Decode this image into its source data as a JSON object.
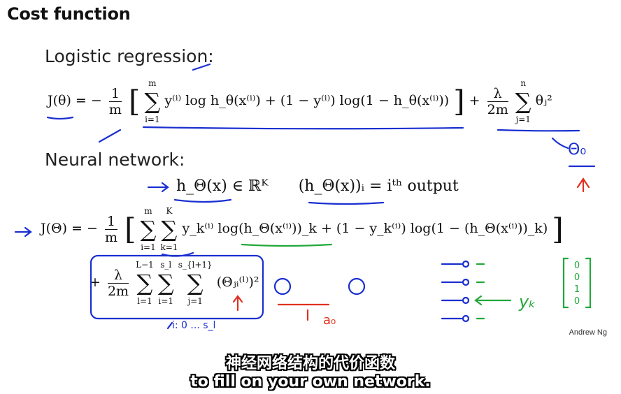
{
  "slide": {
    "title": "Cost function",
    "heading_logistic": "Logistic regression:",
    "heading_nn": "Neural network:",
    "eq_logistic": {
      "lhs": "J(θ) = −",
      "frac_num": "1",
      "frac_den": "m",
      "sum_top": "m",
      "sum_bot": "i=1",
      "body": "y⁽ⁱ⁾ log h_θ(x⁽ⁱ⁾) + (1 − y⁽ⁱ⁾) log(1 − h_θ(x⁽ⁱ⁾))",
      "reg_num": "λ",
      "reg_den": "2m",
      "reg_top": "n",
      "reg_bot": "j=1",
      "reg_term": "θⱼ²"
    },
    "eq_output": {
      "left": "h_Θ(x) ∈ ℝᴷ",
      "right": "(h_Θ(x))ᵢ = iᵗʰ output"
    },
    "eq_nn": {
      "lhs": "J(Θ) = −",
      "frac_num": "1",
      "frac_den": "m",
      "sum1_top": "m",
      "sum1_bot": "i=1",
      "sum2_top": "K",
      "sum2_bot": "k=1",
      "body": "y_k⁽ⁱ⁾ log(h_Θ(x⁽ⁱ⁾))_k + (1 − y_k⁽ⁱ⁾) log(1 − (h_Θ(x⁽ⁱ⁾))_k)"
    },
    "eq_reg": {
      "plus": "+",
      "num": "λ",
      "den": "2m",
      "s1_top": "L−1",
      "s1_bot": "l=1",
      "s2_top": "s_l",
      "s2_bot": "i=1",
      "s3_top": "s_{l+1}",
      "s3_bot": "j=1",
      "term": "(Θⱼᵢ⁽ˡ⁾)²"
    },
    "annotations": {
      "theta0": "Θ₀",
      "a0": "a₀",
      "yk": "yₖ",
      "range": "i: 0 ... s_l",
      "vector": [
        "0",
        "0",
        "1",
        "0"
      ]
    },
    "credit": "Andrew Ng"
  },
  "subtitles": {
    "line1": "神经网络结构的代价函数",
    "line2": "to fill on your own network."
  }
}
